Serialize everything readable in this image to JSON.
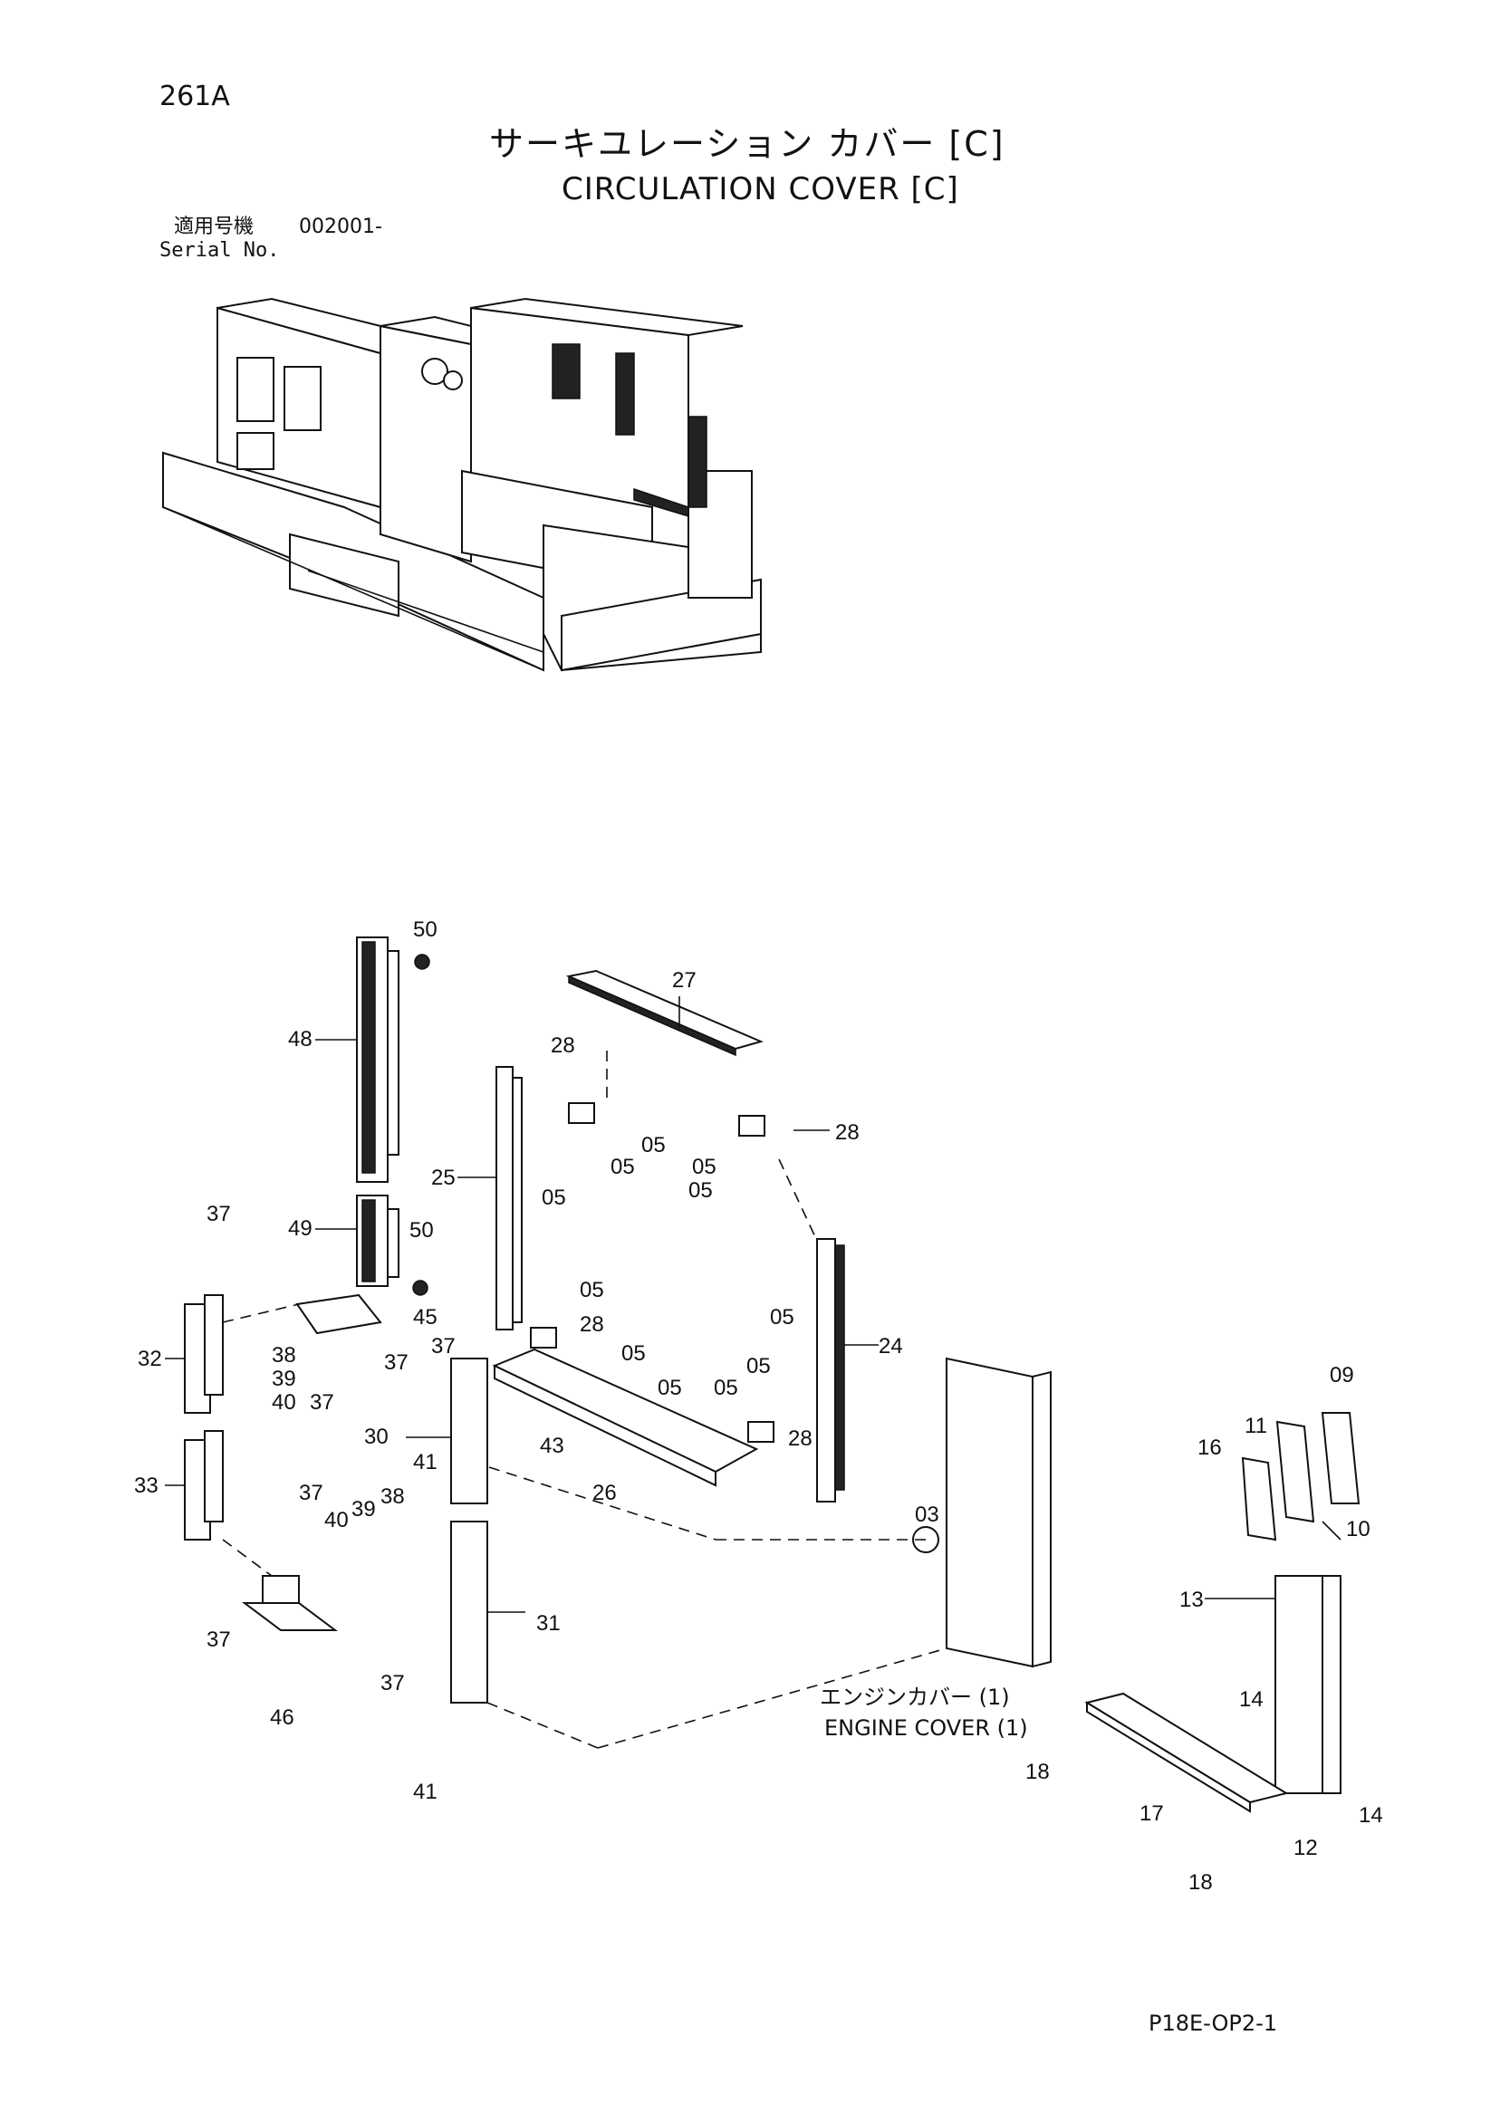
{
  "header": {
    "page_number": "261A",
    "title_jp": "サーキユレーション カバー [C]",
    "title_en": "CIRCULATION COVER [C]",
    "serial_label_jp": "適用号機",
    "serial_value": "002001-",
    "serial_label_en": "Serial No."
  },
  "callouts": {
    "engine_cover_jp": "エンジンカバー (1)",
    "engine_cover_en": "ENGINE COVER (1)"
  },
  "part_labels": {
    "p50a": "50",
    "p27": "27",
    "p48": "48",
    "p28a": "28",
    "p05a": "05",
    "p05b": "05",
    "p05c": "05",
    "p05d": "05",
    "p28b": "28",
    "p05e": "05",
    "p25": "25",
    "p05f": "05",
    "p37a": "37",
    "p49": "49",
    "p50b": "50",
    "p05g": "05",
    "p28c": "28",
    "p45": "45",
    "p05h": "05",
    "p32": "32",
    "p38a": "38",
    "p39a": "39",
    "p40a": "40",
    "p37b": "37",
    "p37c": "37",
    "p37d": "37",
    "p05i": "05",
    "p05j": "05",
    "p05k": "05",
    "p24": "24",
    "p30": "30",
    "p43": "43",
    "p28d": "28",
    "p33": "33",
    "p37e": "37",
    "p40b": "40",
    "p39b": "39",
    "p38b": "38",
    "p41a": "41",
    "p26": "26",
    "p09": "09",
    "p11": "11",
    "p16": "16",
    "p10": "10",
    "p03": "03",
    "p37f": "37",
    "p46": "46",
    "p31": "31",
    "p37g": "37",
    "p41b": "41",
    "p13": "13",
    "p14a": "14",
    "p18a": "18",
    "p17": "17",
    "p18b": "18",
    "p12": "12",
    "p14b": "14"
  },
  "footer": {
    "drawing_code": "P18E-OP2-1"
  }
}
